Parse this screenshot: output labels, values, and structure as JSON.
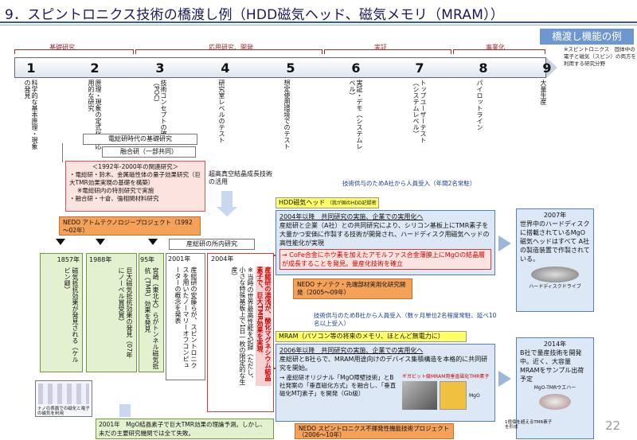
{
  "title": "9．スピントロニクス技術の橋渡し例（HDD磁気ヘッド、磁気メモリ（MRAM））",
  "banner": "橋渡し機能の例",
  "note_top": "※スピントロニクス　固体中の電子と磁気（スピン）の両方を利用する研究分野",
  "phases": [
    {
      "label": "基礎研究"
    },
    {
      "label": "応用研究、開発"
    },
    {
      "label": "実証"
    },
    {
      "label": "事業化"
    }
  ],
  "trl": [
    {
      "num": "1",
      "label": "科学的な基本原理・現象の発見"
    },
    {
      "num": "2",
      "label": "原理・現象の定式化　応用的な研究"
    },
    {
      "num": "3",
      "label": "技術コンセプトの確認（POC）"
    },
    {
      "num": "4",
      "label": "研究室レベルのテスト"
    },
    {
      "num": "5",
      "label": "想定使用環境でのテスト"
    },
    {
      "num": "6",
      "label": "実証・デモ（システムレベル）"
    },
    {
      "num": "7",
      "label": "トップユーザーテスト（システムレベル）"
    },
    {
      "num": "8",
      "label": "パイロットライン"
    },
    {
      "num": "9",
      "label": "大量生産"
    }
  ],
  "etl_basic": "電総研時代の基礎研究",
  "fusion": "融合研（一部共同）",
  "related_research": {
    "heading": "＜1992年-2000年の関連研究＞",
    "line1": "・電総研・鈴木、金属磁性体の量子効果研究（巨大TMR効果実現の基礎を構築）",
    "line2": "※電総研内の特別研究で実施",
    "line3": "・融合研・十倉、強相関材料研究"
  },
  "nedo_atom": "NEDO アトムテクノロジープロジェクト（1992～02年）",
  "vacuum_note": "超高真空結晶成長技術の活用",
  "aist_note": "産総研の所内研究",
  "col1857": {
    "year": "1857年",
    "text": "磁気抵抗効果が発見される（ケルビン卿）"
  },
  "col1988": {
    "year": "1988年",
    "text": "巨大磁気抵抗効果の発見（07年にノーベル賞受賞）"
  },
  "col95": {
    "year": "95年",
    "text": "宮崎（東北大）らがトンネル磁気抵抗（TMR）効果を発見"
  },
  "col2001": {
    "year": "2001年",
    "text": "産総研の安藤らが、スピントロニクスを用いたノーマリーオフコンピューターの概念を発表"
  },
  "col2004": {
    "year": "2004年",
    "red_text": "産総研の湯浅が、酸化マグネシウム結晶素子で、巨大TMR効果を実現",
    "sub": "※当時の世界最高性能を記録（ただし、小さな特殊基板上で1日一枚の限定的な生産）"
  },
  "tech_transfer1": "技術供与のためA社から人員受入（年間2名常駐）",
  "hdd_head": "HDD磁気ヘッド",
  "hdd_head_sub": "（我が国のHDD記録密度向上に寄与）",
  "hdd2004": "2004年以降　共同研究の実施、企業での実用化へ",
  "hdd_desc": "産総研と企業（A社）との共同研究により、シリコン基板上にTMR素子を大量かつ安価に作製する技術が開発され、ハードディスク用磁気ヘッドの高性能化が実現",
  "cofe": "→ CoFe合金にホウ素を加えたアモルファス合金薄膜上にMgOの結晶層が成長することを発見。量産化技術を確立",
  "nedo_nano": "NEDO ナノテク・先端部材実用化研究開発（2005～09年）",
  "hdd_result": {
    "year": "2007年",
    "text": "世界中のハードディスクに搭載されているMgO磁気ヘッドはすべて A社の製造装置で作製されている。",
    "caption": "ハードディスクドライブ"
  },
  "tech_transfer2": "技術供与のためB社から人員受入（数ヶ月単位2名程度常駐、延べ10名以上受入）",
  "mram": "MRAM（パソコン等の将来のメモリ、ほとんど無電力に）",
  "mram2006": "2006年以降　共同研究の実施、企業での実用化へ",
  "mram_desc": "産総研とB社らで、MRAM用途向けのデバイス集積構造を本格的に共同研究を開始。",
  "mram_orig": "→ 産総研オリジナル「MgO障壁技術」とB社発案の「垂直磁化方式」を融合し、「垂直磁化MTJ素子」を開発（Gb級）",
  "mram_photo_label": "ギガビット級MRAM用垂直磁化TMR素子",
  "mgo_label": "MgO",
  "nedo_spin": "NEDO スピントロニクス不揮発性機能技術プロジェクト（2006～10年）",
  "mram_result": {
    "year": "2014年",
    "text": "B社で量産技術を開発中。近く、大容量MRAMをサンプル出荷予定",
    "caption": "MgO-TMRウエハー"
  },
  "wafer_caption": "1億個を超えるTMR素子を形成",
  "nano_caption": "ナノの表面での磁化と電子の磁気を利用",
  "bottom2001": "2001年　MgO結晶素子で巨大TMR効果の理論予測。しかし、未だの主要研究機関では全て失敗。",
  "page": "22",
  "colors": {
    "accent": "#2f5fa8",
    "red": "#cc0000",
    "pink": "#fbe4e0",
    "green": "#e4f1d0",
    "blue": "#dde8f6",
    "orange": "#f4a15a"
  }
}
